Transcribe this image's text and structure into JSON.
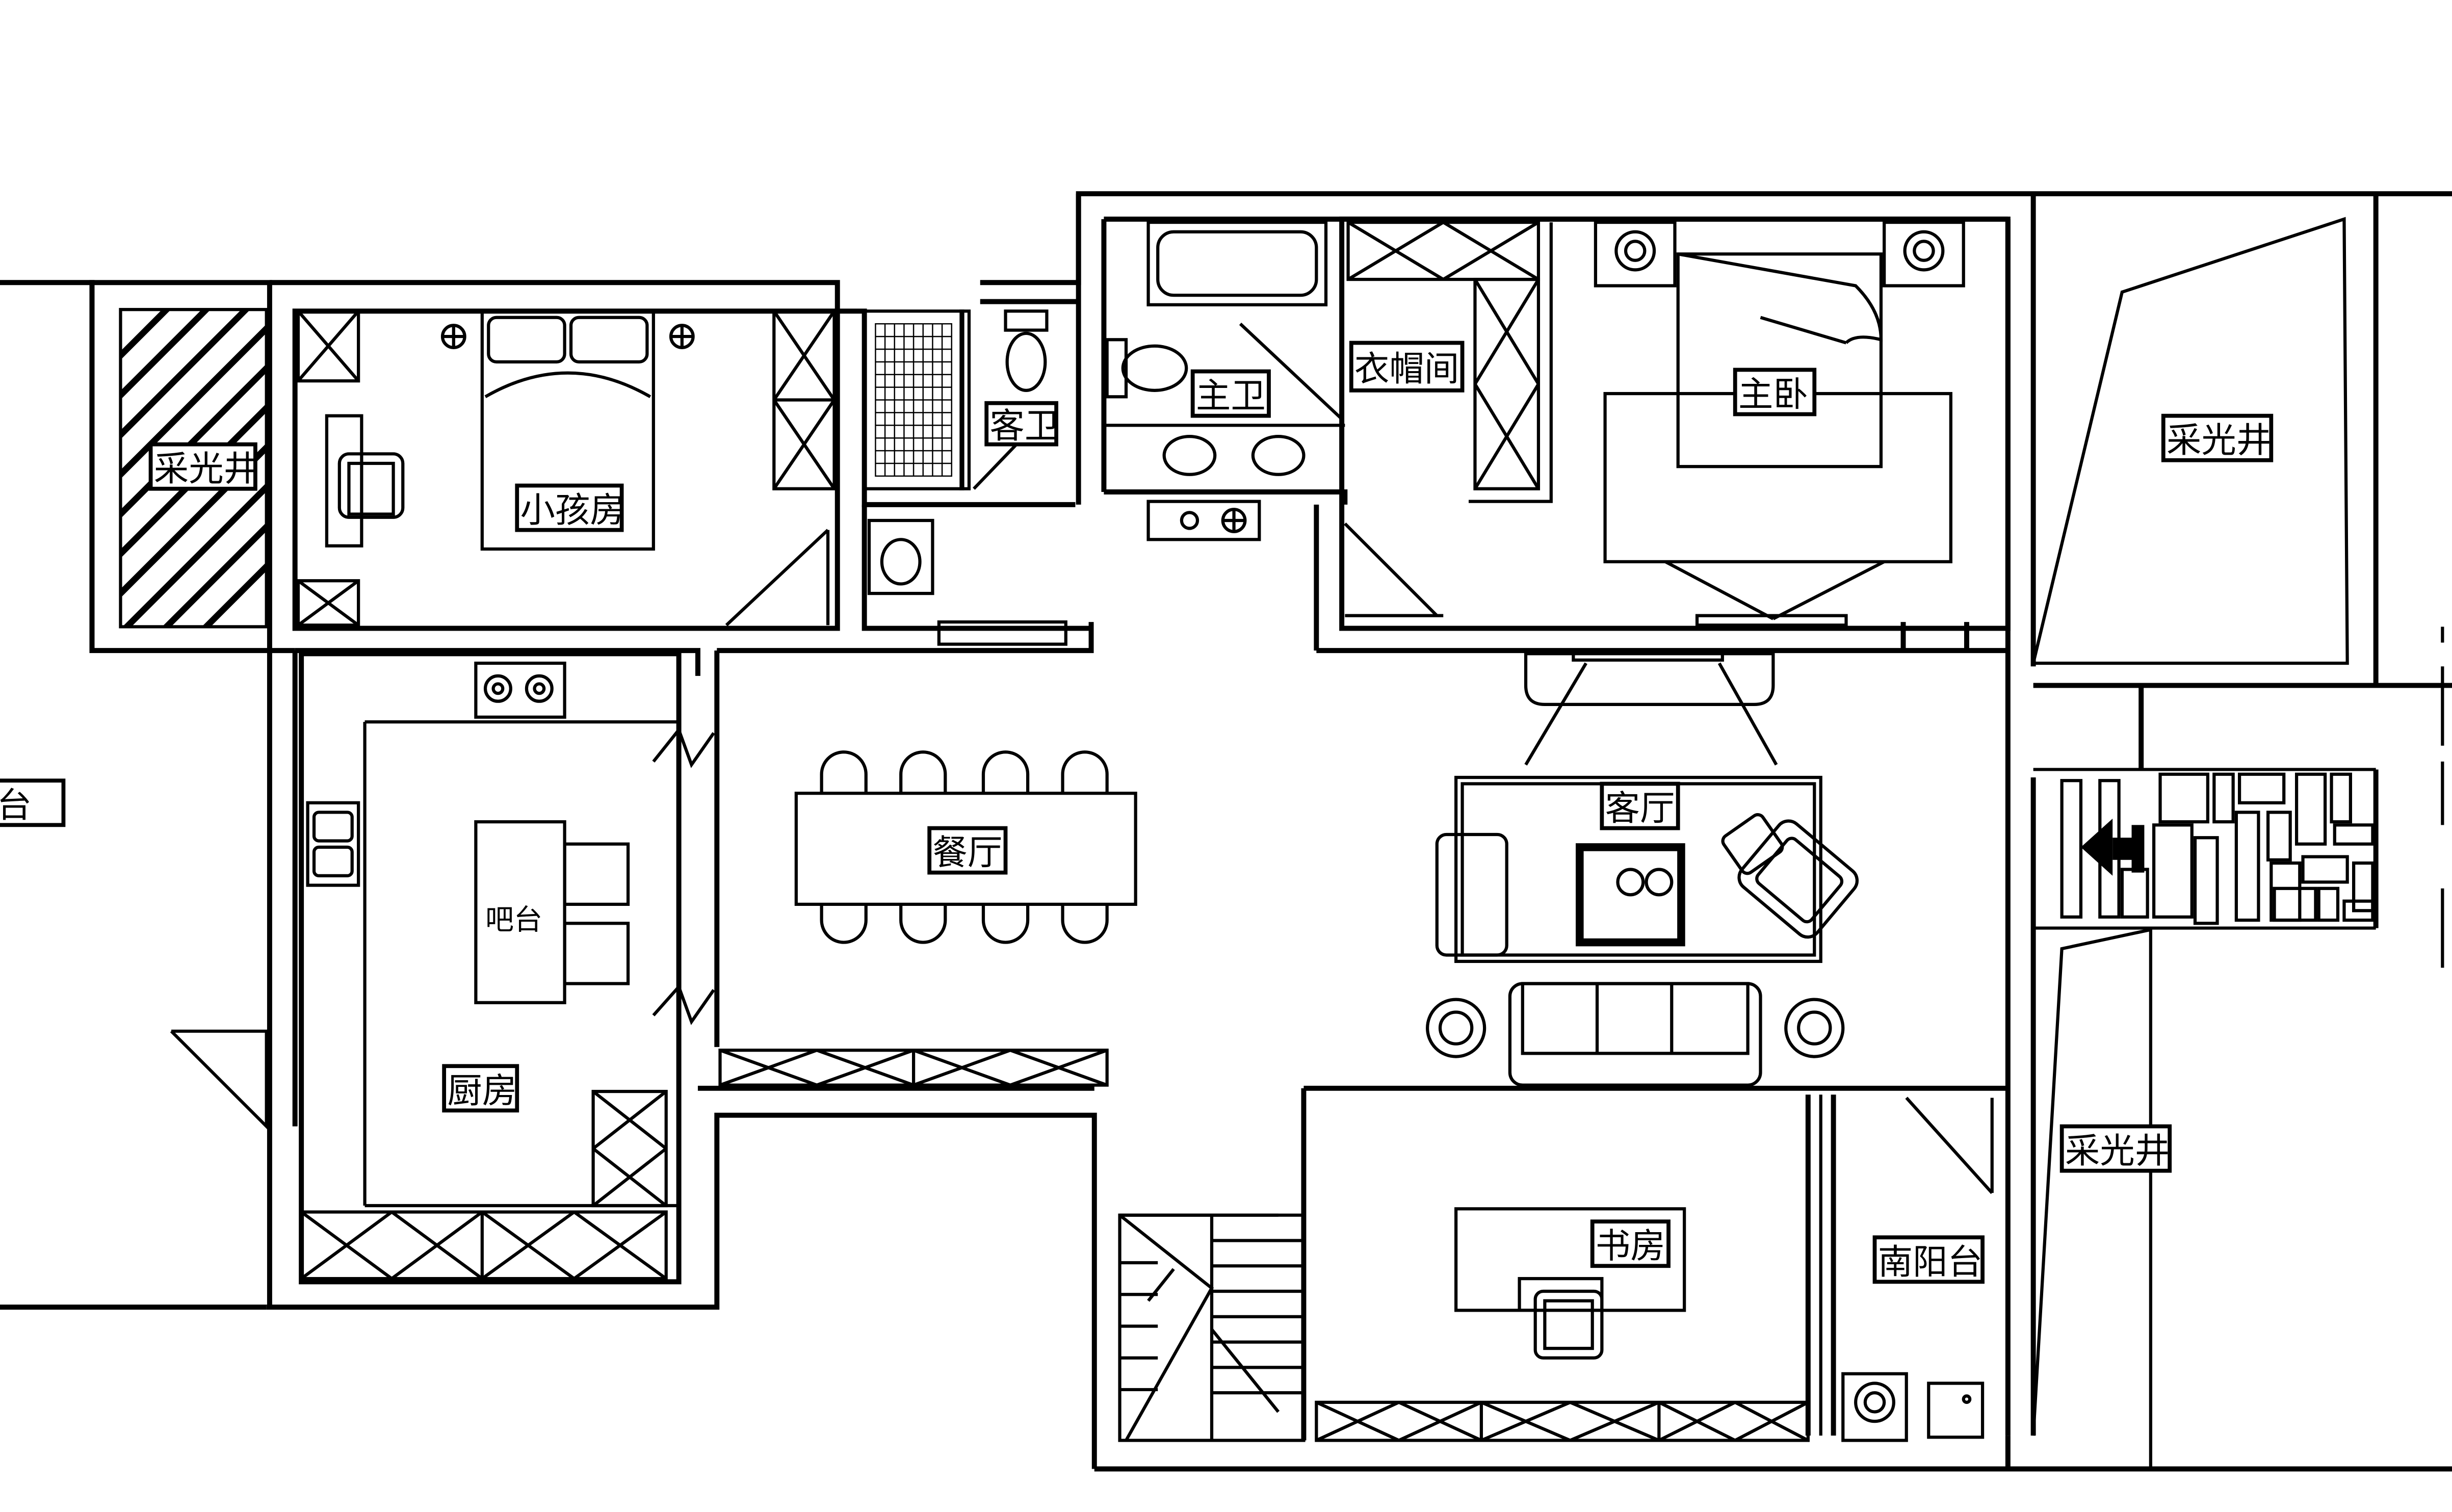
{
  "floor_plan": {
    "rooms": {
      "skylight_west": "采光井",
      "kids_room": "小孩房",
      "guest_bath": "客卫",
      "master_bath": "主卫",
      "cloakroom": "衣帽间",
      "master_bedroom": "主卧",
      "skylight_east_top": "采光井",
      "west_balcony": "阳台",
      "kitchen_bar": "吧台",
      "kitchen": "厨房",
      "dining_room": "餐厅",
      "living_room": "客厅",
      "study": "书房",
      "south_balcony": "南阳台",
      "skylight_east_bottom": "采光井"
    }
  }
}
